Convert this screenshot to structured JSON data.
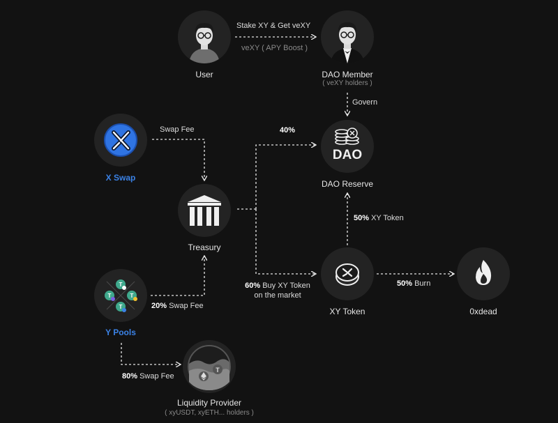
{
  "nodes": {
    "user": {
      "label": "User"
    },
    "dao_member": {
      "label": "DAO Member",
      "sub": "( veXY holders )"
    },
    "x_swap": {
      "label": "X Swap"
    },
    "treasury": {
      "label": "Treasury"
    },
    "dao_reserve": {
      "label": "DAO Reserve",
      "logo_text": "DAO"
    },
    "y_pools": {
      "label": "Y Pools"
    },
    "xy_token": {
      "label": "XY Token"
    },
    "dead": {
      "label": "0xdead"
    },
    "lp": {
      "label": "Liquidity Provider",
      "sub": "( xyUSDT, xyETH... holders )"
    }
  },
  "edges": {
    "stake": "Stake XY & Get veXY",
    "vexy": "veXY ( APY Boost )",
    "govern": "Govern",
    "swap_fee": "Swap Fee",
    "forty": "40%",
    "fifty_xy_pct": "50%",
    "fifty_xy_rest": " XY Token",
    "sixty_pct": "60%",
    "sixty_rest": " Buy XY Token",
    "sixty_line2": "on the market",
    "twenty_pct": "20%",
    "twenty_rest": " Swap Fee",
    "fifty_burn_pct": "50%",
    "fifty_burn_rest": " Burn",
    "eighty_pct": "80%",
    "eighty_rest": " Swap Fee"
  },
  "colors": {
    "background": "#121212",
    "node": "#232323",
    "accent": "#3b82e6",
    "wire": "#e6e6e6"
  },
  "icons": [
    "user-avatar-icon",
    "dao-member-avatar-icon",
    "x-swap-logo-icon",
    "treasury-building-icon",
    "dao-coins-icon",
    "pool-tokens-icon",
    "xy-token-coin-icon",
    "fire-icon",
    "liquidity-icon"
  ]
}
